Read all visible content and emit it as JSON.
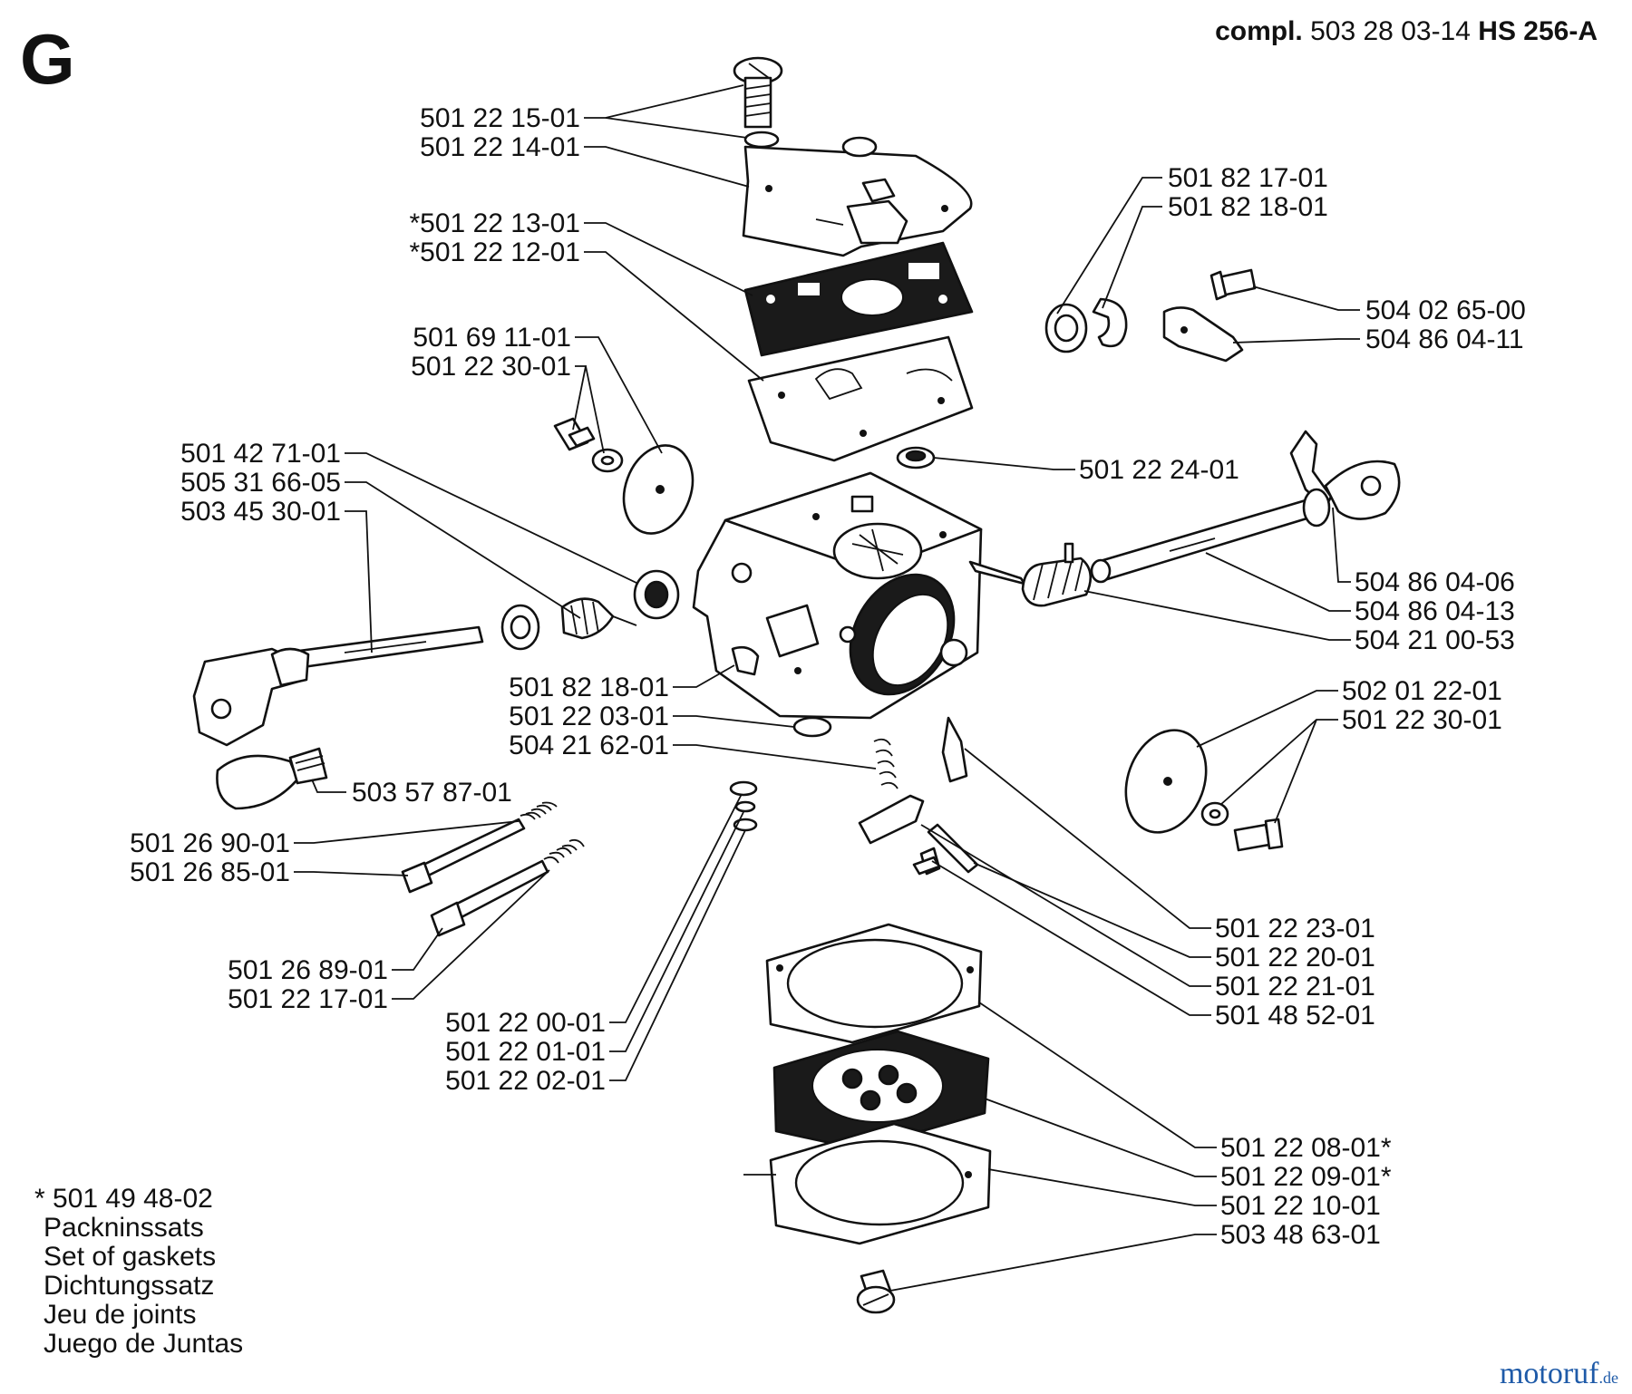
{
  "header": {
    "section_letter": "G",
    "assembly_prefix": "compl.",
    "assembly_number": "503 28 03-14",
    "model": "HS 256-A"
  },
  "parts_left": [
    "501 22 15-01",
    "501 22 14-01",
    "*501 22 13-01",
    "*501 22 12-01",
    "501 69 11-01",
    "501 22 30-01",
    "501 42 71-01",
    "505 31 66-05",
    "503 45 30-01",
    "501 82 18-01",
    "501 22 03-01",
    "504 21 62-01",
    "503 57 87-01",
    "501 26 90-01",
    "501 26 85-01",
    "501 26 89-01",
    "501 22 17-01",
    "501 22 00-01",
    "501 22 01-01",
    "501 22 02-01"
  ],
  "parts_right": [
    "501 82 17-01",
    "501 82 18-01",
    "504 02 65-00",
    "504 86 04-11",
    "501 22 24-01",
    "504 86 04-06",
    "504 86 04-13",
    "504 21 00-53",
    "502 01 22-01",
    "501 22 30-01",
    "501 22 23-01",
    "501 22 20-01",
    "501 22 21-01",
    "501 48 52-01",
    "501 22 08-01*",
    "501 22 09-01*",
    "501 22 10-01",
    "503 48 63-01"
  ],
  "kit_note": {
    "number": "* 501 49 48-02",
    "names": [
      "Packninssats",
      "Set of gaskets",
      "Dichtungssatz",
      "Jeu de joints",
      "Juego de Juntas"
    ]
  },
  "watermark": {
    "text": "motoruf",
    "suffix": ".de",
    "color": "#1e5aa8"
  }
}
